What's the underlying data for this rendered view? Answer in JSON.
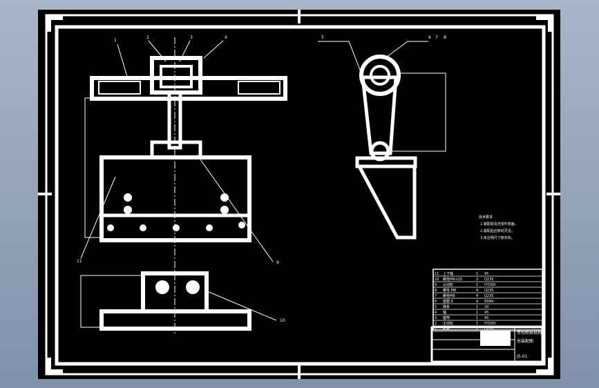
{
  "background_color": "#8e9eb4",
  "sheet_color": "#000000",
  "line_color": "#ffffff",
  "balloons": [
    "1",
    "2",
    "3",
    "4",
    "5",
    "6",
    "7",
    "8",
    "9",
    "10",
    "11"
  ],
  "tech_notes": {
    "heading": "技术要求",
    "lines": [
      "1.装配前清洗零件表面。",
      "2.装配后应转动灵活。",
      "3.未注明尺寸按实际。"
    ]
  },
  "bom": {
    "rows": [
      {
        "no": "11",
        "name": "上下轴",
        "qty": "1",
        "material": "45"
      },
      {
        "no": "10",
        "name": "螺栓M6×20",
        "qty": "2",
        "material": "Q235"
      },
      {
        "no": "9",
        "name": "从动轮",
        "qty": "1",
        "material": "HT200"
      },
      {
        "no": "8",
        "name": "螺母 M8",
        "qty": "4",
        "material": "Q235"
      },
      {
        "no": "7",
        "name": "螺栓M8",
        "qty": "4",
        "material": "Q235"
      },
      {
        "no": "6",
        "name": "垫圈 8",
        "qty": "4",
        "material": "65Mn"
      },
      {
        "no": "5",
        "name": "链条",
        "qty": "1",
        "material": "20"
      },
      {
        "no": "4",
        "name": "轴",
        "qty": "1",
        "material": "45"
      },
      {
        "no": "3",
        "name": "套筒",
        "qty": "1",
        "material": "45"
      },
      {
        "no": "2",
        "name": "主动轮",
        "qty": "1",
        "material": "HT200"
      },
      {
        "no": "1",
        "name": "机架",
        "qty": "1",
        "material": "Q235"
      }
    ]
  },
  "title_block": {
    "line1": "手动喷丝机构",
    "line2": "总装配图",
    "drawing_no": "JS-01"
  }
}
